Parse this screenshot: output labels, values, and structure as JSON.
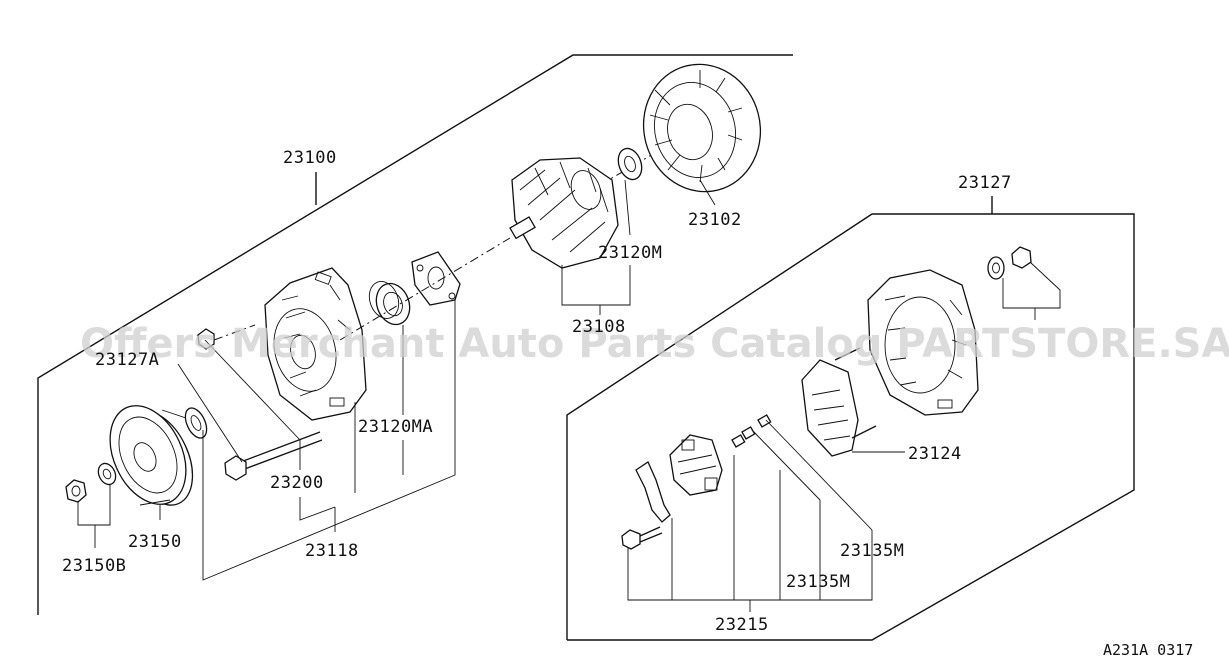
{
  "labels": {
    "l23100": "23100",
    "l23127": "23127",
    "l23102": "23102",
    "l23120M": "23120M",
    "l23108": "23108",
    "l23127A": "23127A",
    "l23120MA": "23120MA",
    "l23200": "23200",
    "l23118": "23118",
    "l23150": "23150",
    "l23150B": "23150B",
    "l23124": "23124",
    "l23135M_a": "23135M",
    "l23135M_b": "23135M",
    "l23215": "23215"
  },
  "watermark": "Offers Merchant Auto Parts Catalog PARTSTORE.SA",
  "diagram_code": "A231A 0317"
}
